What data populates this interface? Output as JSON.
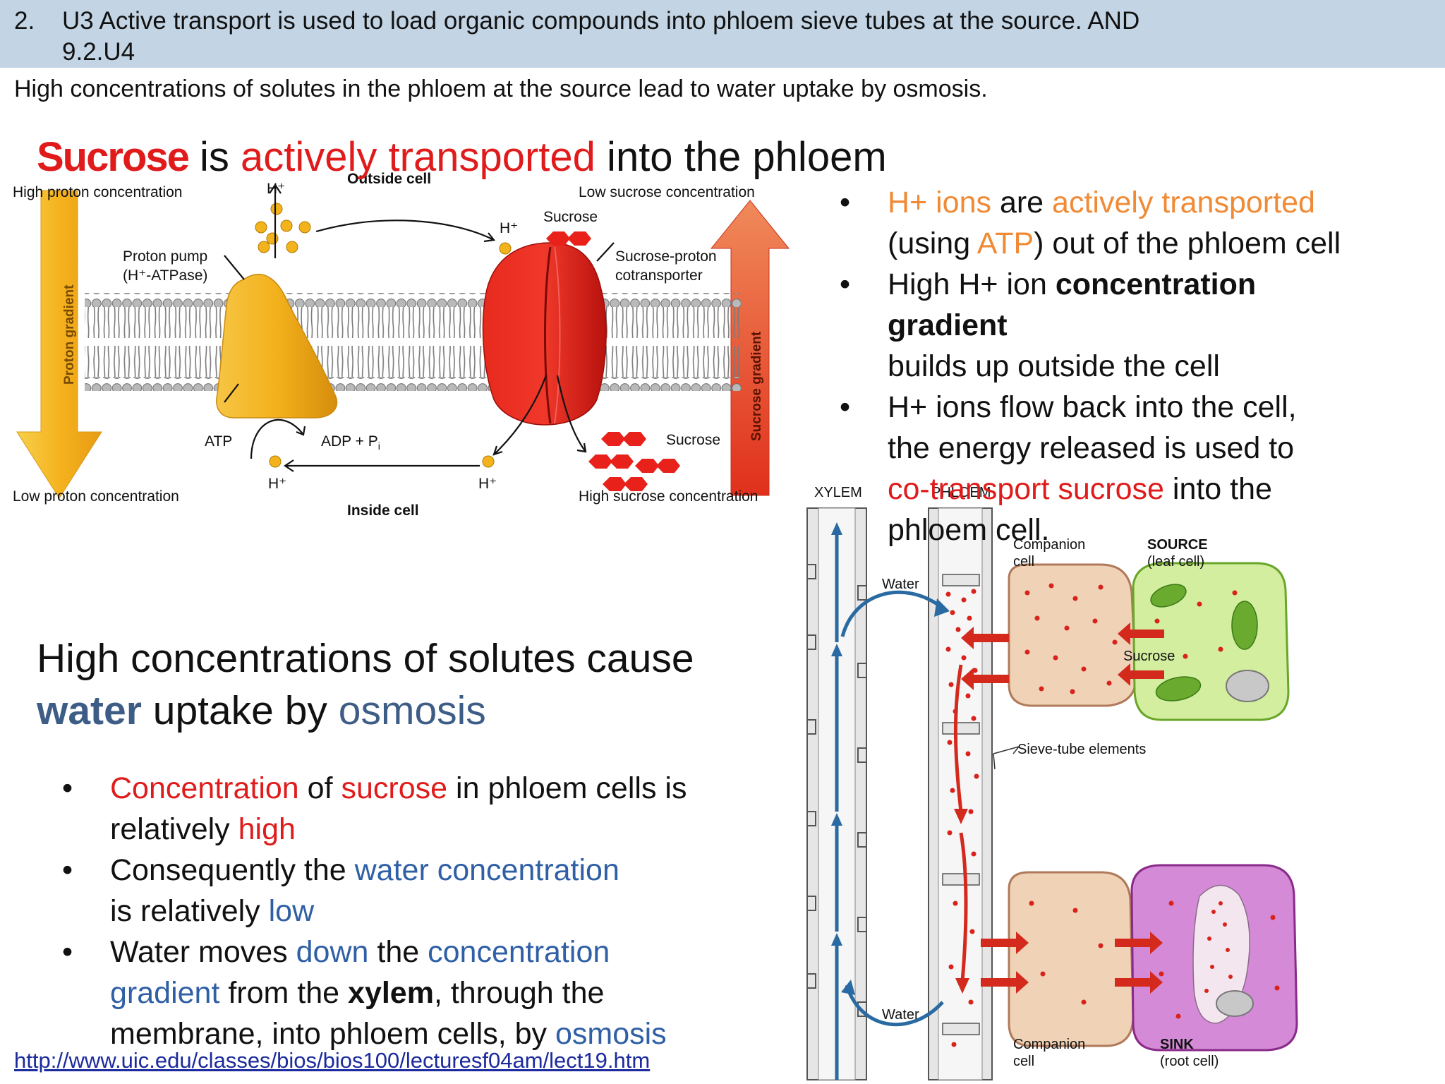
{
  "banner": {
    "number": "2.",
    "line1": "U3 Active transport is used to load organic compounds into phloem sieve tubes at the source. AND",
    "line2": "9.2.U4"
  },
  "subtitle": "High concentrations of solutes in the phloem at the source lead to water uptake by osmosis.",
  "headline": {
    "part1": "Sucrose",
    "part2": " is ",
    "part3": "actively transported",
    "part4": " into the phloem"
  },
  "diagram1": {
    "outside_cell": "Outside cell",
    "inside_cell": "Inside cell",
    "high_proton": "High proton concentration",
    "low_proton": "Low proton concentration",
    "proton_gradient": "Proton gradient",
    "low_sucrose": "Low sucrose concentration",
    "high_sucrose": "High sucrose concentration",
    "sucrose_gradient": "Sucrose gradient",
    "proton_pump_1": "Proton pump",
    "proton_pump_2": "(H⁺-ATPase)",
    "cotransporter_1": "Sucrose-proton",
    "cotransporter_2": "cotransporter",
    "h_plus": "H⁺",
    "sucrose": "Sucrose",
    "atp": "ATP",
    "adp": "ADP + P",
    "adp_sub": "i"
  },
  "right_bullets": {
    "b1": {
      "p1": "H+ ions",
      "p2": " are ",
      "p3": "actively transported",
      "p4": "(using ",
      "p5": "ATP",
      "p6": ") out of the phloem cell"
    },
    "b2": {
      "p1": "High H+ ion ",
      "p2": "concentration",
      "p3": "gradient",
      "p4": "builds up outside the cell"
    },
    "b3": {
      "p1": "H+ ions flow back into the cell,",
      "p2": "the  energy released is used to",
      "p3": "co-transport sucrose",
      "p4": " into the",
      "p5": "phloem  cell."
    }
  },
  "water_heading": {
    "p1": "High concentrations of solutes cause",
    "p2": "water",
    "p3": " uptake by ",
    "p4": "osmosis"
  },
  "left_bullets": {
    "b1": {
      "p1": "Concentration",
      "p2": " of ",
      "p3": "sucrose",
      "p4": " in phloem cells is",
      "p5": "relatively ",
      "p6": "high"
    },
    "b2": {
      "p1": "Consequently the ",
      "p2": "water concentration",
      "p3": "is  relatively ",
      "p4": "low"
    },
    "b3": {
      "p1": "Water moves ",
      "p2": "down",
      "p3": " the ",
      "p4": "concentration",
      "p5": "gradient",
      "p6": "  from the ",
      "p7": "xylem",
      "p8": ", through the",
      "p9": "membrane, into  phloem cells, by ",
      "p10": "osmosis"
    }
  },
  "diagram2": {
    "xylem": "XYLEM",
    "phloem": "PHLOEM",
    "water": "Water",
    "companion_1": "Companion",
    "companion_2": "cell",
    "source_1": "SOURCE",
    "source_2": "(leaf cell)",
    "sucrose": "Sucrose",
    "sieve_tube": "Sieve-tube elements",
    "sink_1": "SINK",
    "sink_2": "(root cell)"
  },
  "link": "http://www.uic.edu/classes/bios/bios100/lecturesf04am/lect19.htm",
  "colors": {
    "red": "#e01b1b",
    "orange": "#f08a35",
    "blue": "#2f5fa5",
    "banner": "#c3d4e4",
    "link": "#1b2a9c"
  }
}
